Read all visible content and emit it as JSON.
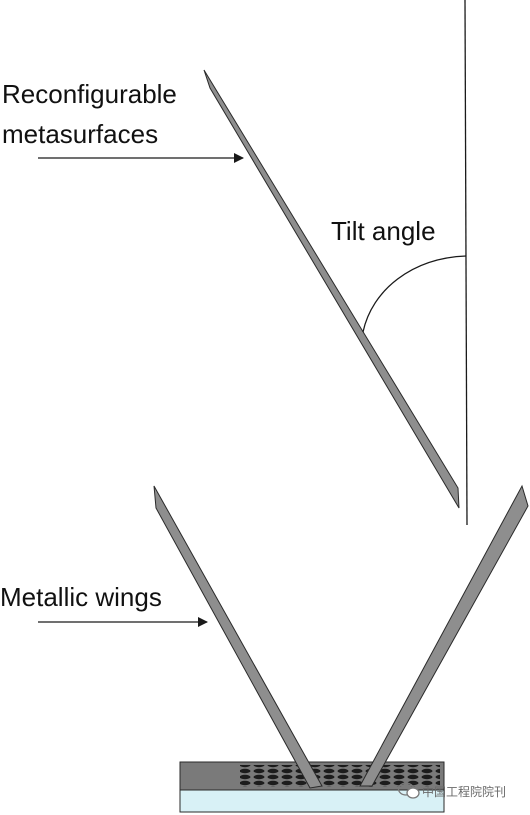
{
  "labels": {
    "metasurfaces_line1": "Reconfigurable",
    "metasurfaces_line2": "metasurfaces",
    "tilt_angle": "Tilt angle",
    "metallic_wings": "Metallic wings"
  },
  "watermark": {
    "text": "中国工程院院刊",
    "icon": "wechat-icon"
  },
  "colors": {
    "panel_gray": "#8e8e8e",
    "panel_edge": "#2a2a2a",
    "base_top": "#7a7a7a",
    "base_substrate": "#d8f1f6",
    "line": "#1a1a1a"
  }
}
